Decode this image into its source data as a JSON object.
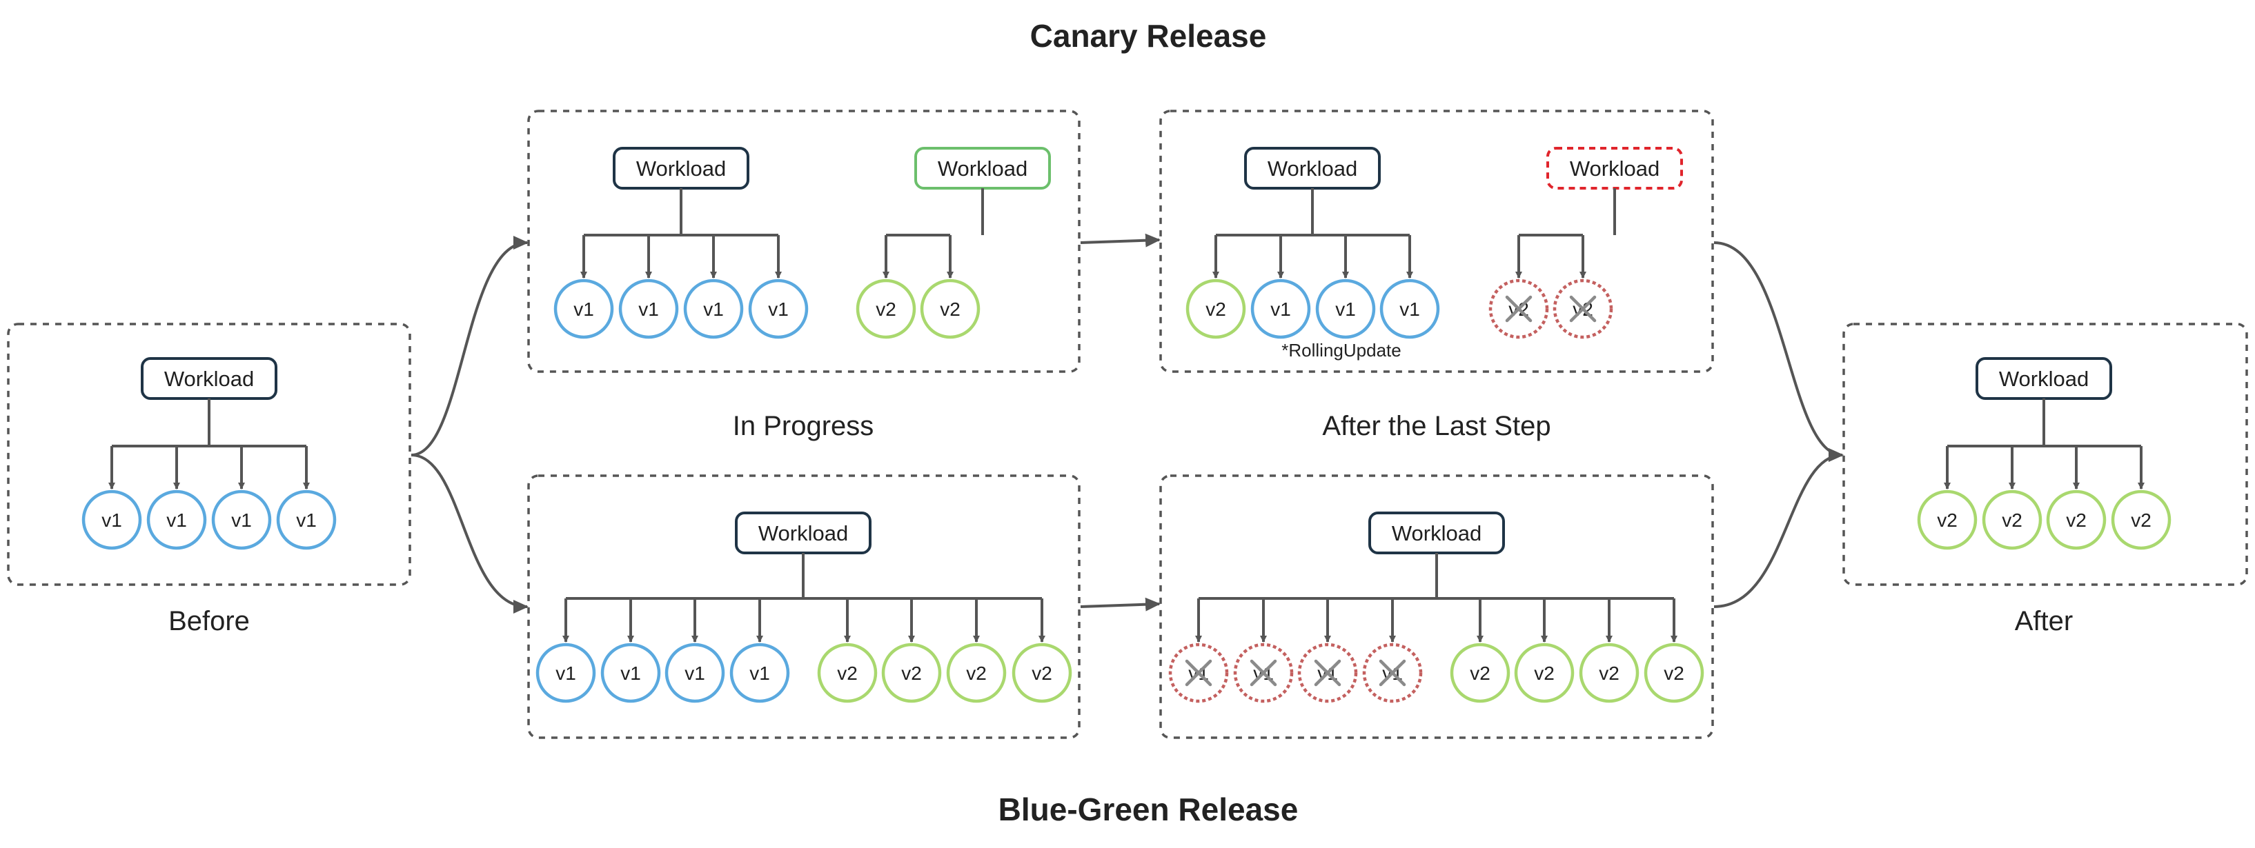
{
  "titles": {
    "top": "Canary Release",
    "bottom": "Blue-Green Release"
  },
  "captions": {
    "before": "Before",
    "in_progress": "In Progress",
    "after_last_step": "After the Last Step",
    "after": "After"
  },
  "note": "*RollingUpdate",
  "workload_label": "Workload",
  "colors": {
    "v1": "#5aa9df",
    "v2": "#a9d86e",
    "workload_border": "#1f3446",
    "workload_new": "#6cbf6c",
    "workload_deleted": "#e0252c",
    "deleted_pod": "#c4605f",
    "line": "#555555"
  },
  "panels": {
    "before": {
      "workloads": [
        {
          "state": "normal",
          "pods": [
            "v1",
            "v1",
            "v1",
            "v1"
          ]
        }
      ]
    },
    "canary_progress": {
      "workloads": [
        {
          "state": "normal",
          "pods": [
            "v1",
            "v1",
            "v1",
            "v1"
          ]
        },
        {
          "state": "new",
          "pods": [
            "v2",
            "v2"
          ]
        }
      ]
    },
    "canary_last": {
      "workloads": [
        {
          "state": "normal",
          "pods": [
            "v2",
            "v1",
            "v1",
            "v1"
          ]
        },
        {
          "state": "deleted",
          "pods": [
            "v2",
            "v2"
          ]
        }
      ]
    },
    "bluegreen_progress": {
      "workloads": [
        {
          "state": "normal",
          "pods": [
            "v1",
            "v1",
            "v1",
            "v1",
            "v2",
            "v2",
            "v2",
            "v2"
          ]
        }
      ]
    },
    "bluegreen_last": {
      "workloads": [
        {
          "state": "normal",
          "pods": [
            "v1-deleted",
            "v1-deleted",
            "v1-deleted",
            "v1-deleted",
            "v2",
            "v2",
            "v2",
            "v2"
          ]
        }
      ]
    },
    "after": {
      "workloads": [
        {
          "state": "normal",
          "pods": [
            "v2",
            "v2",
            "v2",
            "v2"
          ]
        }
      ]
    }
  }
}
